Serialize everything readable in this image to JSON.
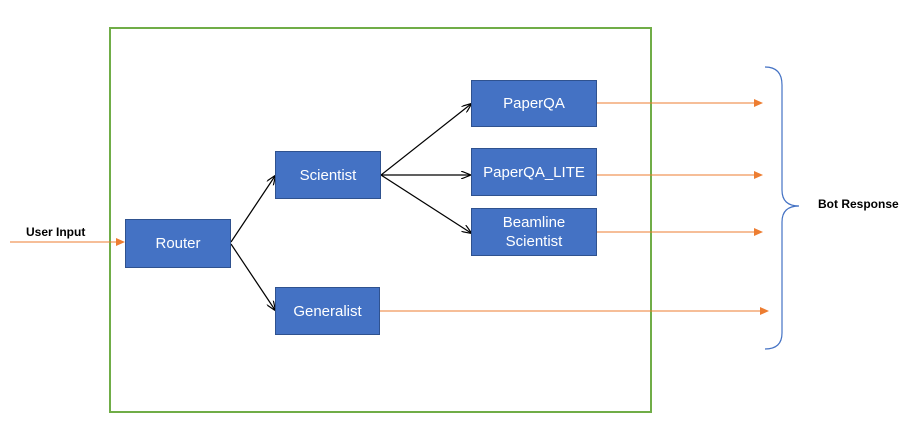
{
  "diagram": {
    "input_label": "User Input",
    "output_label": "Bot Response",
    "nodes": {
      "router": "Router",
      "scientist": "Scientist",
      "generalist": "Generalist",
      "paperqa": "PaperQA",
      "paperqa_lite": "PaperQA_LITE",
      "beamline_line1": "Beamline",
      "beamline_line2": "Scientist"
    },
    "colors": {
      "node_fill": "#4472c4",
      "container_border": "#70ad47",
      "black_arrow": "#000000",
      "orange_arrow": "#ed7d31",
      "brace": "#4472c4"
    }
  }
}
